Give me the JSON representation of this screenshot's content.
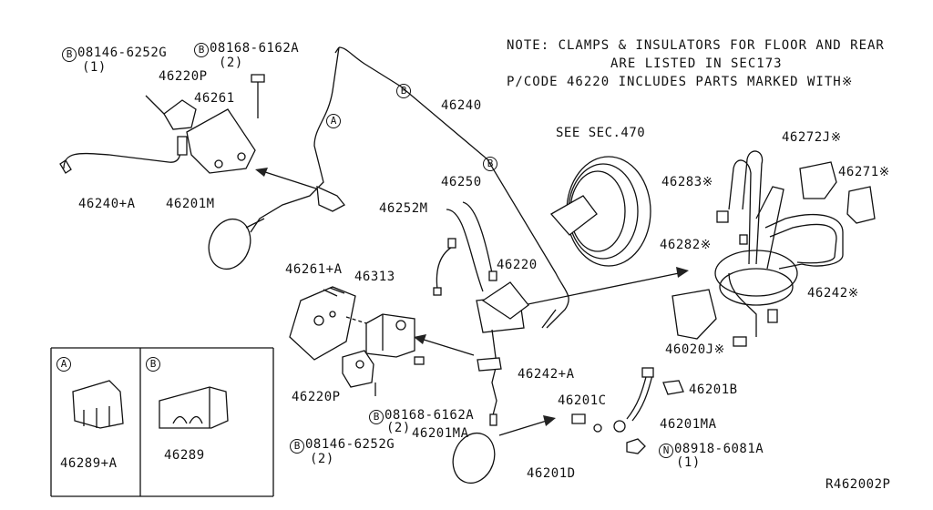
{
  "notes": {
    "line1": "NOTE: CLAMPS & INSULATORS FOR FLOOR AND REAR",
    "line2": "ARE LISTED IN SEC173",
    "line3": "P/CODE 46220 INCLUDES PARTS MARKED WITH※"
  },
  "markers": {
    "a": "A",
    "b": "B",
    "n": "N"
  },
  "labels": {
    "p08146_top": "08146-6252G",
    "p08146_top_qty": "(1)",
    "p08168_top": "08168-6162A",
    "p08168_top_qty": "(2)",
    "p46220p_top": "46220P",
    "p46261": "46261",
    "p46240": "46240",
    "p46240a": "46240+A",
    "p46201m": "46201M",
    "see_sec470": "SEE SEC.470",
    "p46250": "46250",
    "p46252m": "46252M",
    "p46220": "46220",
    "p46261a": "46261+A",
    "p46313": "46313",
    "p46220p_bot": "46220P",
    "p08168_bot": "08168-6162A",
    "p08168_bot_qty": "(2)",
    "p08146_bot": "08146-6252G",
    "p08146_bot_qty": "(2)",
    "p46201ma_left": "46201MA",
    "p46242a": "46242+A",
    "p46201c": "46201C",
    "p46201d": "46201D",
    "p46201ma_right": "46201MA",
    "p46201b": "46201B",
    "p08918": "08918-6081A",
    "p08918_qty": "(1)",
    "p46272j": "46272J※",
    "p46271": "46271※",
    "p46283": "46283※",
    "p46282": "46282※",
    "p46242": "46242※",
    "p46020j": "46020J※",
    "p46289a": "46289+A",
    "p46289": "46289",
    "ref": "R462002P"
  }
}
